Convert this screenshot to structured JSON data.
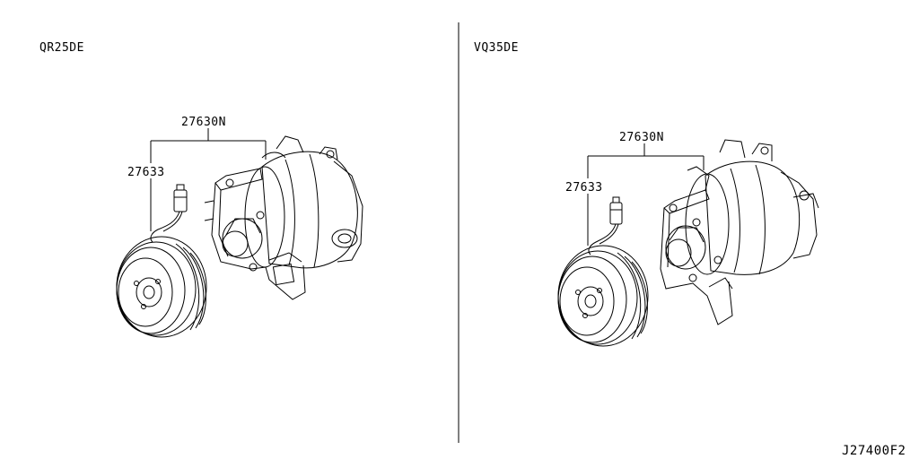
{
  "left_panel": {
    "engine_label": "QR25DE",
    "compressor_part": "27630N",
    "clutch_part": "27633"
  },
  "right_panel": {
    "engine_label": "VQ35DE",
    "compressor_part": "27630N",
    "clutch_part": "27633"
  },
  "diagram_code": "J27400F2"
}
